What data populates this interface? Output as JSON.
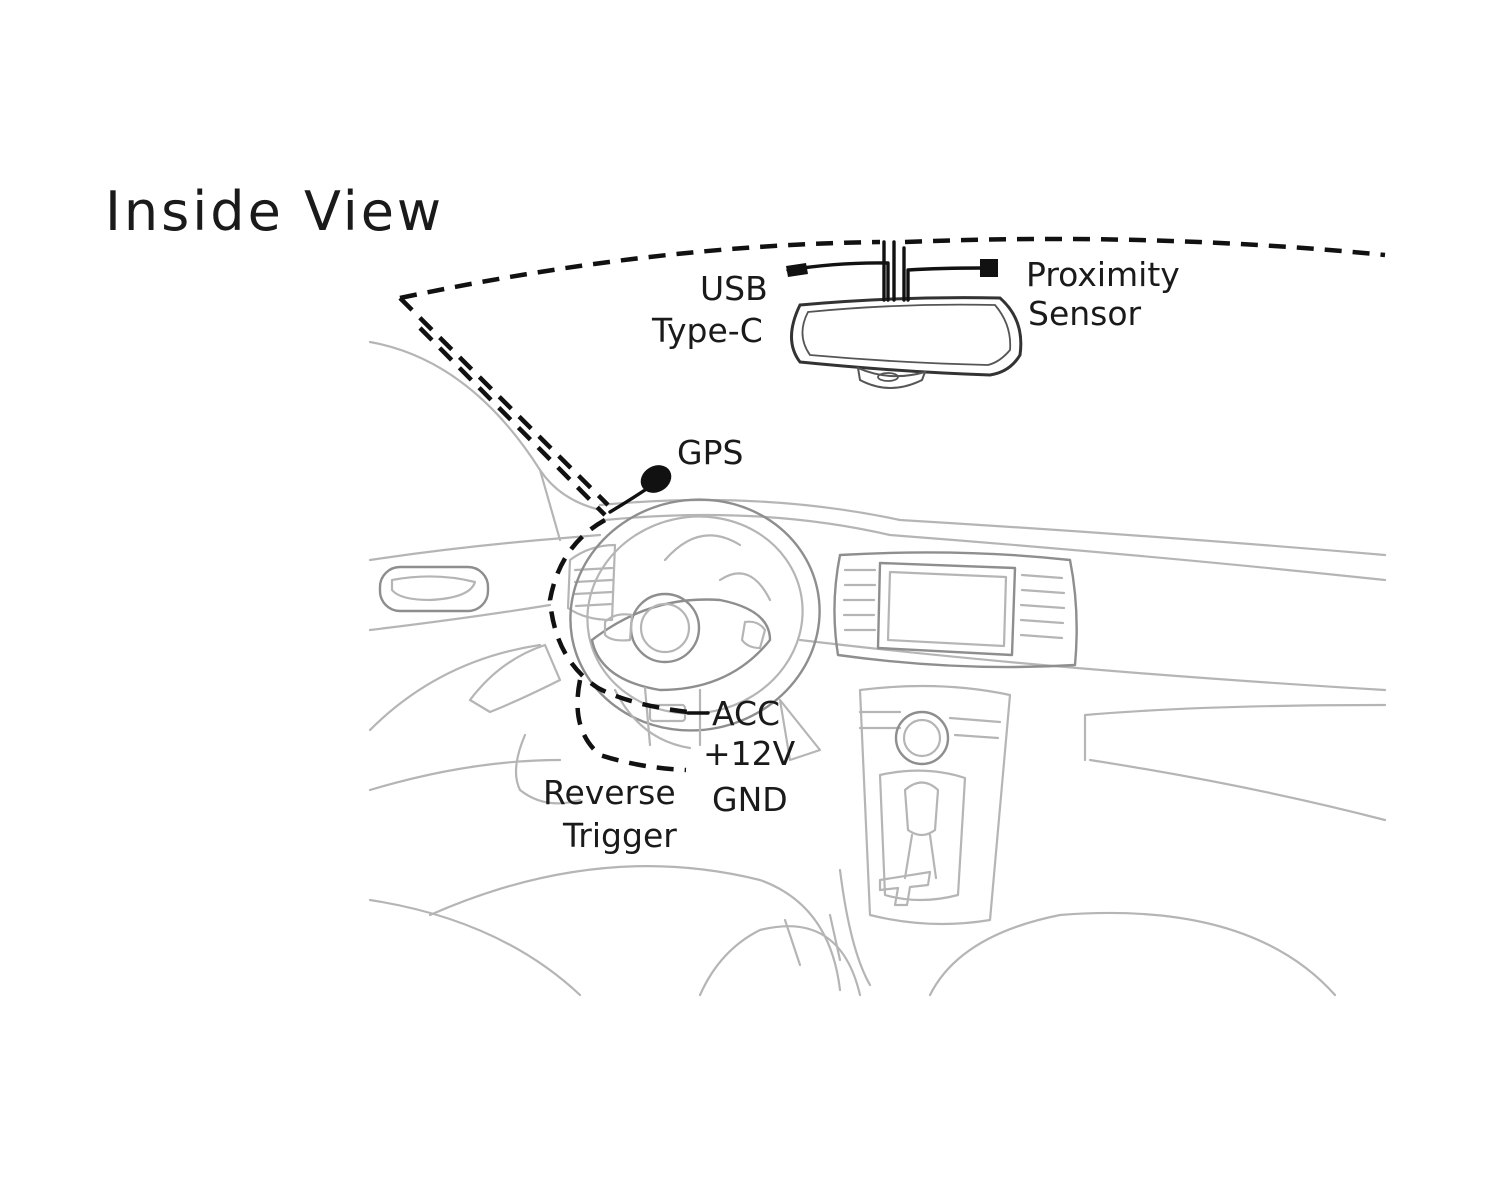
{
  "title": "Inside View",
  "labels": {
    "usb_line1": "USB",
    "usb_line2": "Type-C",
    "proximity_line1": "Proximity",
    "proximity_line2": "Sensor",
    "gps": "GPS",
    "acc": "ACC",
    "plus12v": "+12V",
    "gnd": "GND",
    "reverse_line1": "Reverse",
    "reverse_line2": "Trigger"
  }
}
